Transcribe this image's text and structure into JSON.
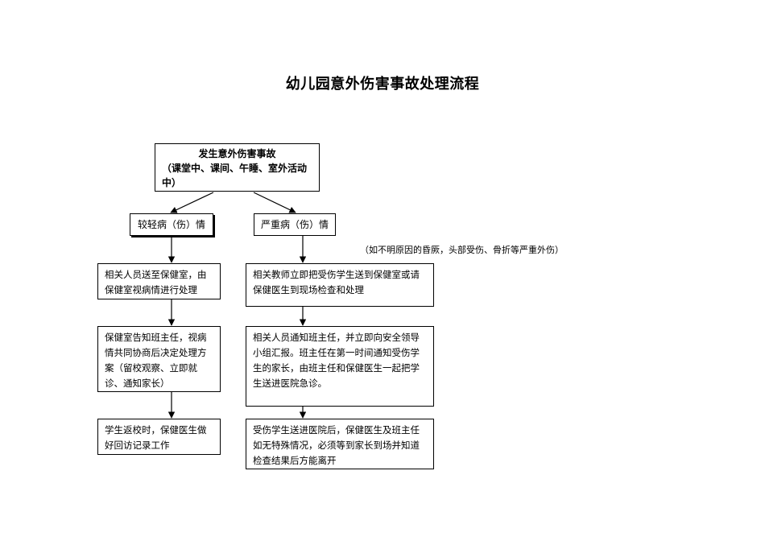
{
  "title": "幼儿园意外伤害事故处理流程",
  "start": {
    "heading": "发生意外伤害事故",
    "detail": "（课堂中、课间、午睡、室外活动中）"
  },
  "branches": {
    "mild": {
      "label": "较轻病（伤）情",
      "steps": [
        "相关人员送至保健室，由保健室视病情进行处理",
        "保健室告知班主任，视病情共同协商后决定处理方案（留校观察、立即就诊、通知家长）",
        "学生返校时，保健医生做好回访记录工作"
      ]
    },
    "severe": {
      "label": "严重病（伤）情",
      "note": "（如不明原因的昏厥，头部受伤、骨折等严重外伤）",
      "steps": [
        "相关教师立即把受伤学生送到保健室或请保健医生到现场检查和处理",
        "相关人员通知班主任，并立即向安全领导小组汇报。班主任在第一时间通知受伤学生的家长，由班主任和保健医生一起把学生送进医院急诊。",
        "受伤学生送进医院后，保健医生及班主任如无特殊情况，必须等到家长到场并知道检查结果后方能离开"
      ]
    }
  }
}
